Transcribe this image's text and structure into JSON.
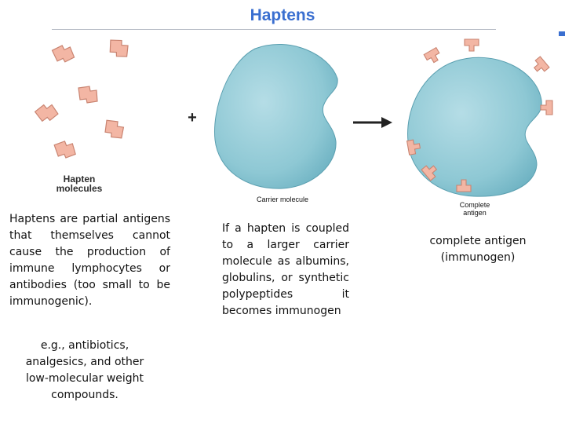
{
  "title": "Haptens",
  "colors": {
    "title": "#3a6fd0",
    "carrier": "#8ec8d4",
    "carrier_edge": "#5a9fb0",
    "hapten": "#f3b6a4",
    "hapten_edge": "#c98471"
  },
  "figure": {
    "hapten_label": "Hapten molecules",
    "plus_sign": "+",
    "carrier_label": "Carrier molecule",
    "complete_label": "Complete antigen"
  },
  "text": {
    "haptens_description": "Haptens are partial antigens that themselves cannot cause the production of immune lymphocytes or antibodies (too small to be immunogenic).",
    "examples": "e.g., antibiotics, analgesics, and other low-molecular weight compounds.",
    "coupling": "If a hapten is coupled to a larger carrier molecule as albumins, globulins, or synthetic polypeptides it becomes immunogen",
    "complete_antigen": "complete antigen (immunogen)"
  }
}
